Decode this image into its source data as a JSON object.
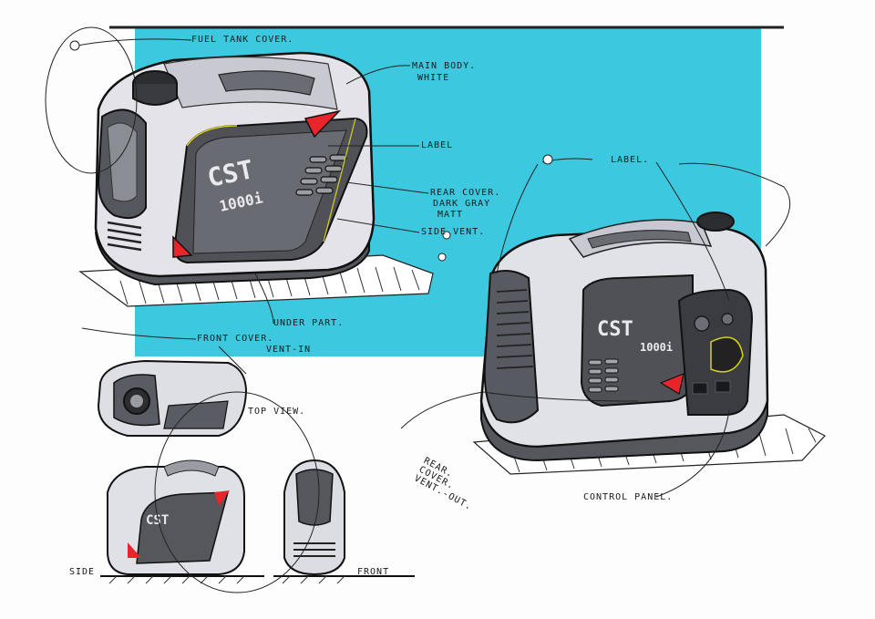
{
  "image": {
    "kind": "product-design-sketch",
    "brand_on_product": "CST",
    "model_on_product": "1000i",
    "colors": {
      "backdrop": "#3cc8df",
      "body_white": "#e9e9ee",
      "body_shade": "#b9b9c4",
      "dark_grey": "#5e6066",
      "accent_red": "#e8252a",
      "accent_yellow": "#d7d11c",
      "ink": "#1a1a1a"
    }
  },
  "callouts": {
    "fuel_tank_cover": "FUEL TANK COVER.",
    "main_body": "MAIN BODY.",
    "main_body_color": "WHITE",
    "label_left": "LABEL",
    "rear_cover": "REAR COVER.",
    "rear_cover_color": "DARK GRAY",
    "rear_cover_finish": "MATT",
    "side_vent": "SIDE VENT.",
    "under_part": "UNDER PART.",
    "front_cover": "FRONT COVER.",
    "vent_in": "VENT-IN",
    "top_view": "TOP VIEW.",
    "label_right": "LABEL.",
    "rear_cover_vent_out": "REAR. COVER. VENT.-OUT.",
    "control_panel": "CONTROL PANEL.",
    "side": "SIDE",
    "front": "FRONT"
  }
}
